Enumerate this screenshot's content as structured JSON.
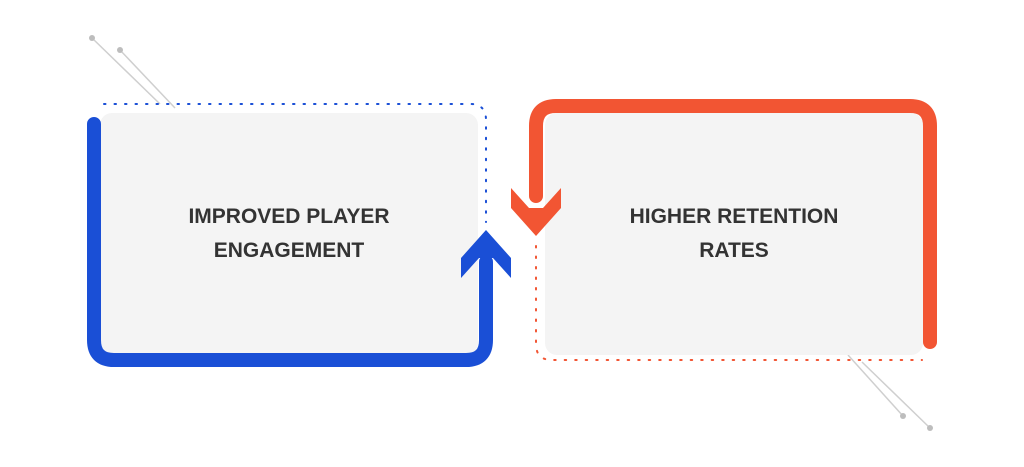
{
  "diagram": {
    "nodes": [
      {
        "id": "left",
        "lines": [
          "IMPROVED PLAYER",
          "ENGAGEMENT"
        ]
      },
      {
        "id": "right",
        "lines": [
          "HIGHER RETENTION",
          "RATES"
        ]
      }
    ],
    "colors": {
      "blue": "#1a4fd6",
      "orange": "#f25533",
      "card": "#f4f4f4",
      "text": "#333333",
      "deco": "#cfcfcf"
    },
    "connectors": [
      {
        "from": "left",
        "to": "right",
        "color": "blue",
        "direction": "up"
      },
      {
        "from": "right",
        "to": "left",
        "color": "orange",
        "direction": "down"
      }
    ]
  }
}
